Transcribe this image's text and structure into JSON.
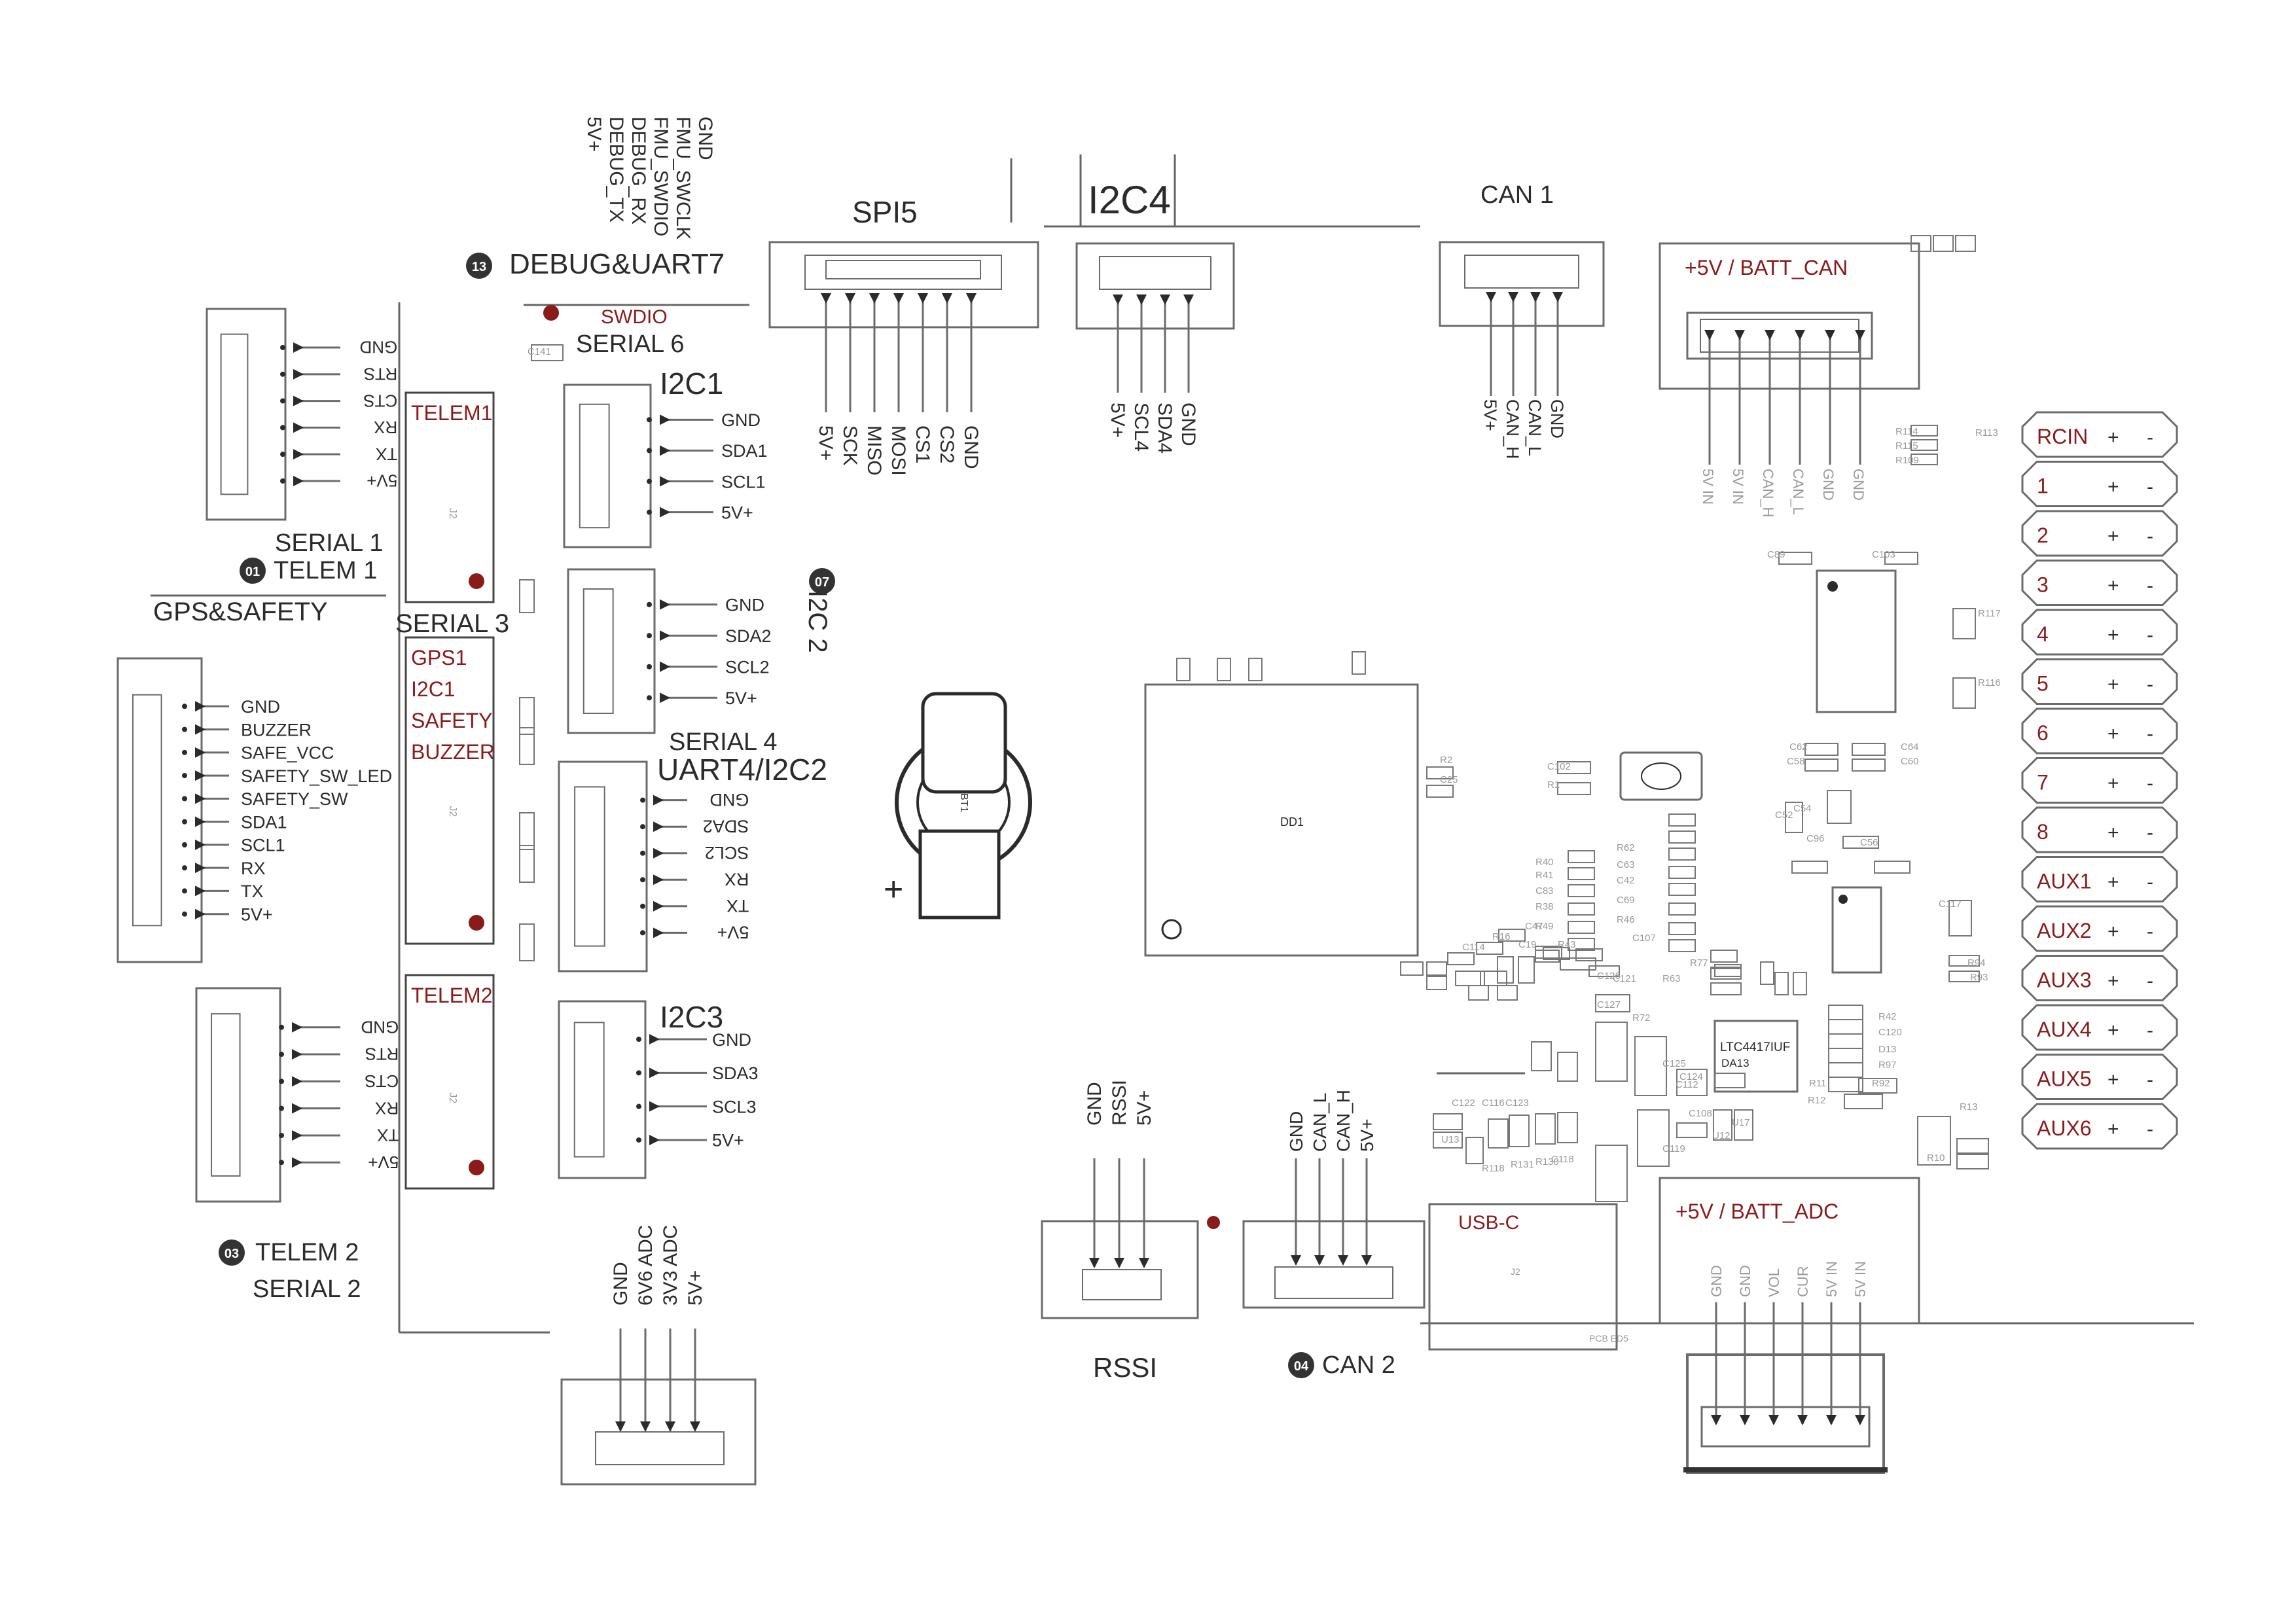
{
  "colors": {
    "ink": "#2b2b2b",
    "line": "#6b6b6b",
    "accent": "#8b1a1a",
    "silk": "#9a9a9a"
  },
  "title_labels": {
    "debug": "DEBUG&UART7",
    "debug_num": "13",
    "swdio": "SWDIO",
    "serial6": "SERIAL 6",
    "spi5": "SPI5",
    "i2c4": "I2C4",
    "can1": "CAN 1",
    "batt_can": "+5V / BATT_CAN",
    "i2c1": "I2C1",
    "i2c2": "I2C 2",
    "i2c2_num": "07",
    "serial4": "SERIAL 4",
    "uart4": "UART4/I2C2",
    "i2c3": "I2C3",
    "serial1": "SERIAL 1",
    "telem1": "TELEM 1",
    "telem1_num": "01",
    "gps_safety": "GPS&SAFETY",
    "serial3": "SERIAL 3",
    "telem2": "TELEM 2",
    "telem2_num": "03",
    "serial2": "SERIAL 2",
    "rssi": "RSSI",
    "can2": "CAN 2",
    "can2_num": "04",
    "usbc": "USB-C",
    "batt_adc": "+5V / BATT_ADC",
    "battery_plus": "+"
  },
  "box_labels": {
    "telem1": "TELEM1",
    "gps1": [
      "GPS1",
      "I2C1",
      "SAFETY",
      "BUZZER"
    ],
    "telem2": "TELEM2"
  },
  "pins": {
    "debug": [
      "GND",
      "FMU_SWCLK",
      "FMU_SWDIO",
      "DEBUG_RX",
      "DEBUG_TX",
      "5V+"
    ],
    "spi5": [
      "5V+",
      "SCK",
      "MISO",
      "MOSI",
      "CS1",
      "CS2",
      "GND"
    ],
    "i2c4": [
      "5V+",
      "SCL4",
      "SDA4",
      "GND"
    ],
    "can1": [
      "5V+",
      "CAN_H",
      "CAN_L",
      "GND"
    ],
    "batt_can": [
      "5V IN",
      "5V IN",
      "CAN_H",
      "CAN_L",
      "GND",
      "GND"
    ],
    "telem1": [
      "GND",
      "RTS",
      "CTS",
      "RX",
      "TX",
      "5V+"
    ],
    "i2c1": [
      "GND",
      "SDA1",
      "SCL1",
      "5V+"
    ],
    "i2c2": [
      "GND",
      "SDA2",
      "SCL2",
      "5V+"
    ],
    "gps": [
      "GND",
      "BUZZER",
      "SAFE_VCC",
      "SAFETY_SW_LED",
      "SAFETY_SW",
      "SDA1",
      "SCL1",
      "RX",
      "TX",
      "5V+"
    ],
    "uart4": [
      "GND",
      "SDA2",
      "SCL2",
      "RX",
      "TX",
      "5V+"
    ],
    "telem2": [
      "GND",
      "RTS",
      "CTS",
      "RX",
      "TX",
      "5V+"
    ],
    "i2c3": [
      "GND",
      "SDA3",
      "SCL3",
      "5V+"
    ],
    "adc": [
      "GND",
      "6V6 ADC",
      "3V3 ADC",
      "5V+"
    ],
    "rssi": [
      "GND",
      "RSSI",
      "5V+"
    ],
    "can2": [
      "GND",
      "CAN_L",
      "CAN_H",
      "5V+"
    ],
    "batt_adc": [
      "GND",
      "GND",
      "VOL",
      "CUR",
      "5V IN",
      "5V IN"
    ]
  },
  "pwm": {
    "rows": [
      "RCIN",
      "1",
      "2",
      "3",
      "4",
      "5",
      "6",
      "7",
      "8",
      "AUX1",
      "AUX2",
      "AUX3",
      "AUX4",
      "AUX5",
      "AUX6"
    ],
    "plus": "+",
    "minus": "-"
  },
  "chips": {
    "mcu": "DD1",
    "ltc": "LTC4417IUF",
    "ltc_ref": "DA13",
    "battery": "BT1",
    "usb_ref": "J2",
    "pcb": "PCB  ED5"
  },
  "silkscreen": [
    "C141",
    "R114",
    "R115",
    "R109",
    "R113",
    "C89",
    "C103",
    "R117",
    "R116",
    "C62",
    "C58",
    "C64",
    "C60",
    "C52",
    "C54",
    "C96",
    "C56",
    "C102",
    "R1",
    "R2",
    "C25",
    "C114",
    "R62",
    "R40",
    "C63",
    "R41",
    "C42",
    "C69",
    "C83",
    "R38",
    "C47",
    "R46",
    "R49",
    "R43",
    "C19",
    "R16",
    "C107",
    "R63",
    "R77",
    "C126",
    "C121",
    "C122",
    "C116",
    "C123",
    "C125",
    "C127",
    "R72",
    "C112",
    "C108",
    "U12",
    "U17",
    "U13",
    "R118",
    "R131",
    "R130",
    "C118",
    "C119",
    "C124",
    "C117",
    "R94",
    "R93",
    "R92",
    "R97",
    "D13",
    "C120",
    "R42",
    "R11",
    "R10",
    "R12",
    "R13"
  ]
}
